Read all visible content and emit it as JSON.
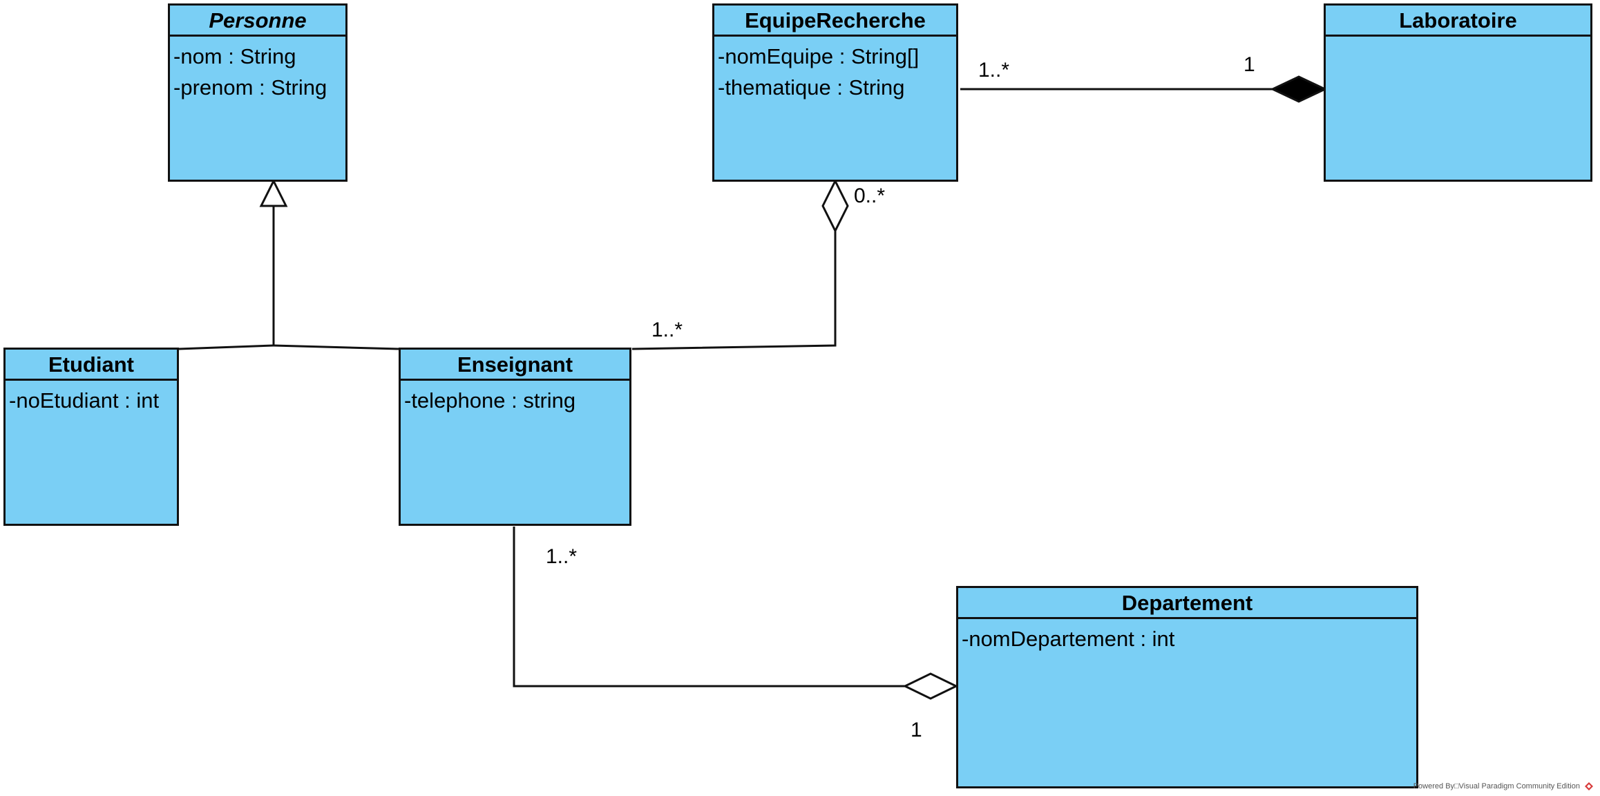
{
  "classes": {
    "personne": {
      "name": "Personne",
      "abstract": true,
      "attributes": [
        "-nom : String",
        "-prenom : String"
      ]
    },
    "equipe": {
      "name": "EquipeRecherche",
      "attributes": [
        "-nomEquipe : String[]",
        "-thematique : String"
      ]
    },
    "laboratoire": {
      "name": "Laboratoire",
      "attributes": []
    },
    "etudiant": {
      "name": "Etudiant",
      "attributes": [
        "-noEtudiant : int"
      ]
    },
    "enseignant": {
      "name": "Enseignant",
      "attributes": [
        "-telephone : string"
      ]
    },
    "departement": {
      "name": "Departement",
      "attributes": [
        "-nomDepartement : int"
      ]
    }
  },
  "relations": [
    {
      "type": "generalization",
      "from": "Etudiant",
      "to": "Personne"
    },
    {
      "type": "generalization",
      "from": "Enseignant",
      "to": "Personne"
    },
    {
      "type": "composition",
      "part": "EquipeRecherche",
      "whole": "Laboratoire",
      "part_multiplicity": "1..*",
      "whole_multiplicity": "1"
    },
    {
      "type": "aggregation",
      "part": "Enseignant",
      "whole": "EquipeRecherche",
      "part_multiplicity": "1..*",
      "whole_multiplicity": "0..*"
    },
    {
      "type": "aggregation",
      "part": "Enseignant",
      "whole": "Departement",
      "part_multiplicity": "1..*",
      "whole_multiplicity": "1"
    }
  ],
  "multiplicities": {
    "equipe_lab_part": "1..*",
    "equipe_lab_whole": "1",
    "ens_equipe_whole": "0..*",
    "ens_equipe_part": "1..*",
    "ens_dept_part": "1..*",
    "ens_dept_whole": "1"
  },
  "footer": {
    "text": "Powered By□Visual Paradigm Community Edition"
  },
  "colors": {
    "class_fill": "#7ACFF5",
    "line": "#111111"
  }
}
